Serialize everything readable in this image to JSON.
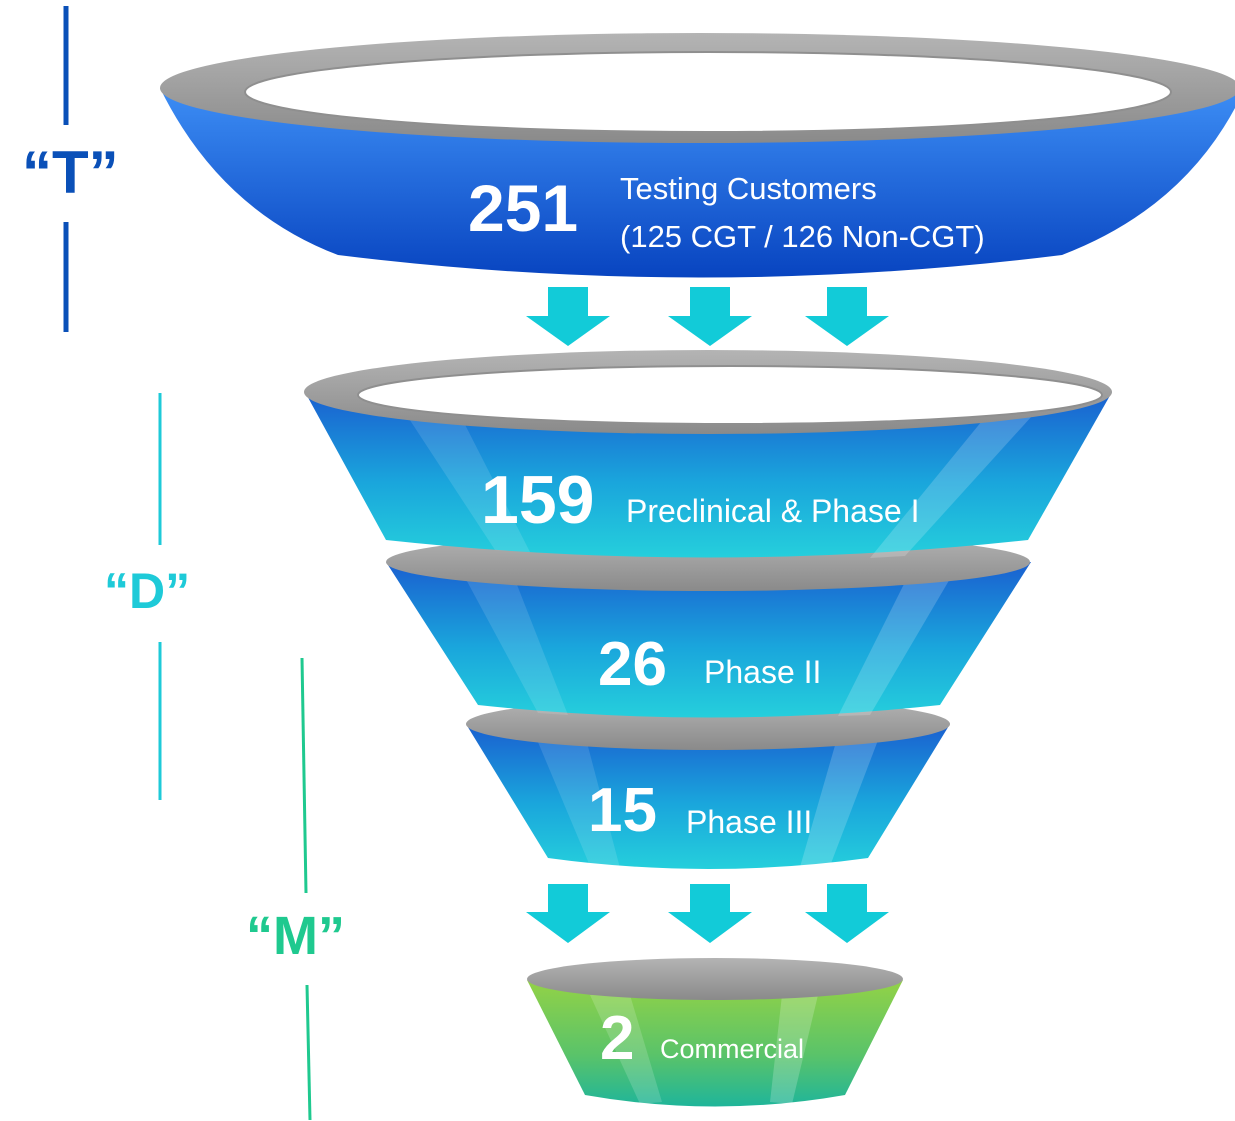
{
  "colors": {
    "t_blue": "#0a50b8",
    "d_cyan": "#1ecad8",
    "m_green": "#1fc98f",
    "arrow": "#12cbd8",
    "rim": "#9a9a9a",
    "commercial_green": "#8ccc44"
  },
  "brackets": {
    "t": {
      "label": "“T”"
    },
    "d": {
      "label": "“D”"
    },
    "m": {
      "label": "“M”"
    }
  },
  "stages": [
    {
      "number": "251",
      "label_line1": "Testing Customers",
      "label_line2": "(125 CGT / 126 Non-CGT)"
    },
    {
      "number": "159",
      "label": "Preclinical & Phase I"
    },
    {
      "number": "26",
      "label": "Phase II"
    },
    {
      "number": "15",
      "label": "Phase III"
    },
    {
      "number": "2",
      "label": "Commercial"
    }
  ],
  "arrows": {
    "icon": "down-arrow-icon",
    "groups": 2,
    "per_group": 3
  }
}
